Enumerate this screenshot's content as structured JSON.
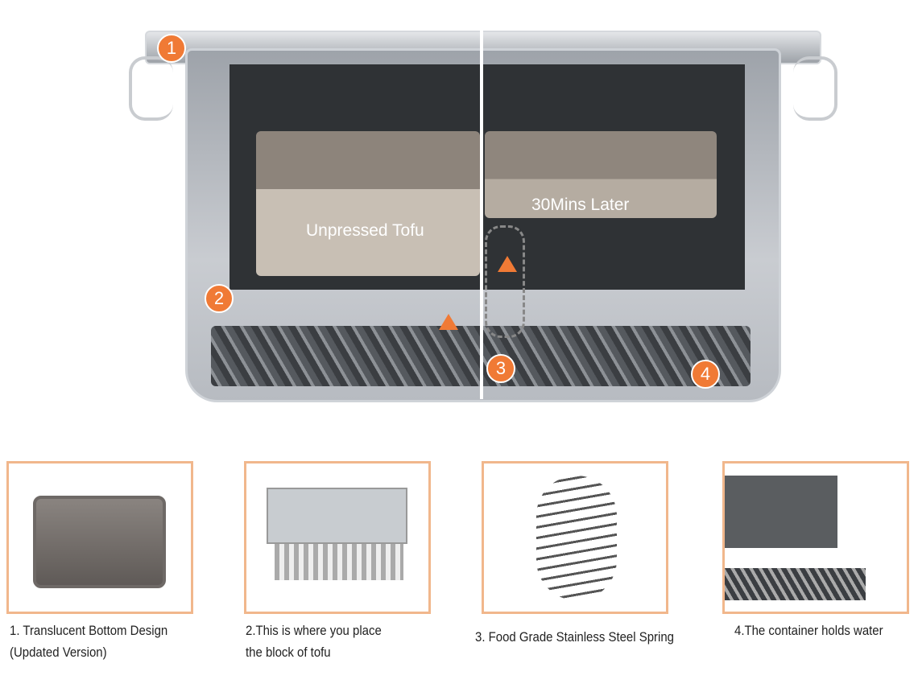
{
  "hero": {
    "labels": {
      "unpressed": "Unpressed Tofu",
      "later": "30Mins Later"
    },
    "badges": [
      "1",
      "2",
      "3",
      "4"
    ],
    "accent": "#f07a35"
  },
  "features": [
    {
      "lines": [
        "1. Translucent Bottom Design",
        "(Updated Version)"
      ]
    },
    {
      "lines": [
        "2.This is where you place",
        "the block of tofu"
      ]
    },
    {
      "lines": [
        "3. Food Grade Stainless Steel Spring"
      ]
    },
    {
      "lines": [
        "4.The container holds water"
      ]
    }
  ]
}
